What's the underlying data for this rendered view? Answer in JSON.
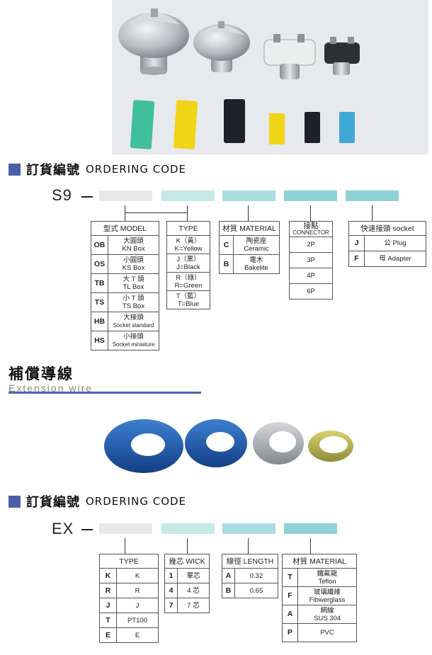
{
  "section1": {
    "heading_zh": "訂貨編號",
    "heading_en": "ORDERING CODE",
    "code_prefix": "S9",
    "slot_colors": [
      "#e6e8e9",
      "#c6e8e8",
      "#a9dde0",
      "#8fd2d6",
      "#8fd2d6"
    ],
    "model_table": {
      "header": "型式 MODEL",
      "rows": [
        {
          "key": "OB",
          "zh": "大圓頭",
          "en": "KN Box"
        },
        {
          "key": "OS",
          "zh": "小圓頭",
          "en": "KS Box"
        },
        {
          "key": "TB",
          "zh": "大 T 頭",
          "en": "TL Box"
        },
        {
          "key": "TS",
          "zh": "小 T 頭",
          "en": "TS Box"
        },
        {
          "key": "HB",
          "zh": "大接頭",
          "en": "Socket standard"
        },
        {
          "key": "HS",
          "zh": "小接頭",
          "en": "Socket miniature"
        }
      ]
    },
    "type_table": {
      "header": "TYPE",
      "rows": [
        {
          "zh": "K（黃）",
          "en": "K=Yellow"
        },
        {
          "zh": "J（黑）",
          "en": "J=Black"
        },
        {
          "zh": "R（綠）",
          "en": "R=Green"
        },
        {
          "zh": "T（藍）",
          "en": "T=Blue"
        }
      ]
    },
    "material_table": {
      "header": "材質 MATERIAL",
      "rows": [
        {
          "key": "C",
          "zh": "陶瓷座",
          "en": "Ceramic"
        },
        {
          "key": "B",
          "zh": "電木",
          "en": "Bakelite"
        }
      ]
    },
    "connector_table": {
      "header_zh": "接點",
      "header_en": "CONNECTOR",
      "rows": [
        "2P",
        "3P",
        "4P",
        "6P"
      ]
    },
    "socket_table": {
      "header": "快速接頭 socket",
      "rows": [
        {
          "key": "J",
          "value": "公 Plug"
        },
        {
          "key": "F",
          "value": "母 Adapter"
        }
      ]
    }
  },
  "extension": {
    "title_zh": "補償導線",
    "title_en": "Extension wire"
  },
  "section2": {
    "heading_zh": "訂貨編號",
    "heading_en": "ORDERING CODE",
    "code_prefix": "EX",
    "slot_colors": [
      "#e6e8e9",
      "#c6e8e8",
      "#a9dde0",
      "#8fd2d6"
    ],
    "type_table": {
      "header": "TYPE",
      "rows": [
        {
          "key": "K",
          "value": "K"
        },
        {
          "key": "R",
          "value": "R"
        },
        {
          "key": "J",
          "value": "J"
        },
        {
          "key": "T",
          "value": "PT100"
        },
        {
          "key": "E",
          "value": "E"
        }
      ]
    },
    "wick_table": {
      "header": "幾芯 WICK",
      "rows": [
        {
          "key": "1",
          "value": "單芯"
        },
        {
          "key": "4",
          "value": "4 芯"
        },
        {
          "key": "7",
          "value": "7 芯"
        }
      ]
    },
    "length_table": {
      "header": "線徑 LENGTH",
      "rows": [
        {
          "key": "A",
          "value": "0.32"
        },
        {
          "key": "B",
          "value": "0.65"
        }
      ]
    },
    "material_table": {
      "header": "材質 MATERIAL",
      "rows": [
        {
          "key": "T",
          "zh": "鐵氟龍",
          "en": "Teflon"
        },
        {
          "key": "F",
          "zh": "玻璃纖維",
          "en": "Fibwerglass"
        },
        {
          "key": "A",
          "zh": "網線",
          "en": "SUS 304"
        },
        {
          "key": "P",
          "zh": "",
          "en": "PVC"
        }
      ]
    }
  }
}
